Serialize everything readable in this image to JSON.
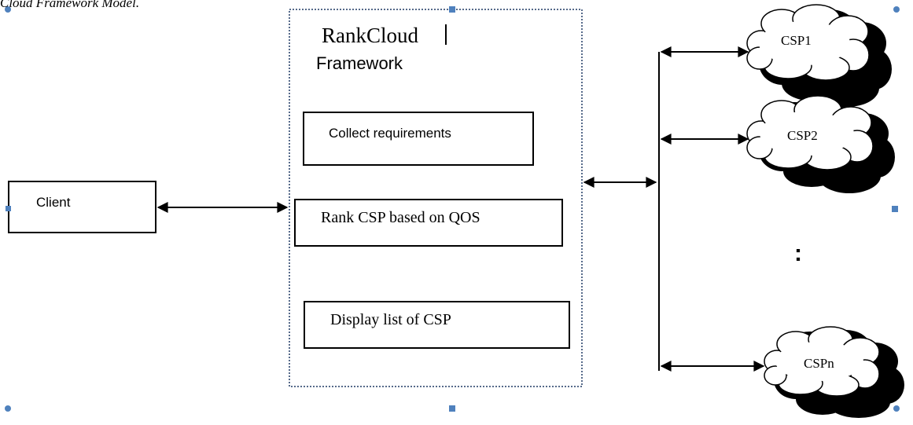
{
  "caption": "Cloud Framework Model.",
  "framework": {
    "title_line1": "RankCloud",
    "title_line2": "Framework",
    "steps": [
      "Collect requirements",
      "Rank CSP based on QOS",
      "Display list of CSP"
    ]
  },
  "client_label": "Client",
  "providers": [
    "CSP1",
    "CSP2",
    "CSPn"
  ],
  "ellipsis": ":",
  "colors": {
    "line": "#000000",
    "cloud_shadow": "#000000",
    "selection_handle": "#4f81bd"
  }
}
